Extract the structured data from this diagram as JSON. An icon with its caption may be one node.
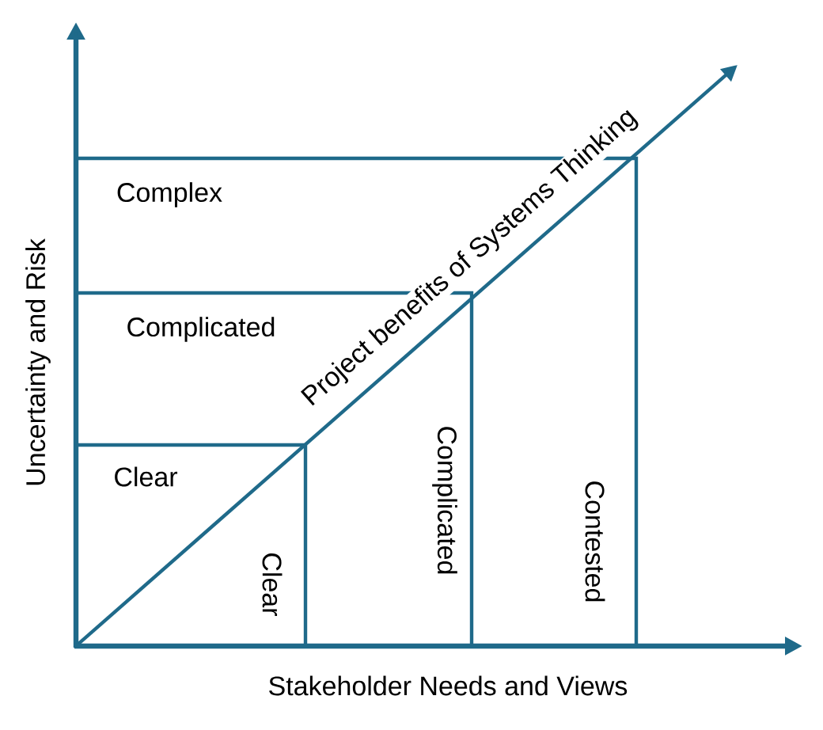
{
  "diagram": {
    "labels": [
      "Complex",
      "Project benefits of Systems Thinking",
      "Complicated",
      "Clear",
      "Clear",
      "Complicated",
      "Contested",
      "Uncertainty and Risk",
      "Stakeholder Needs and Views"
    ]
  }
}
